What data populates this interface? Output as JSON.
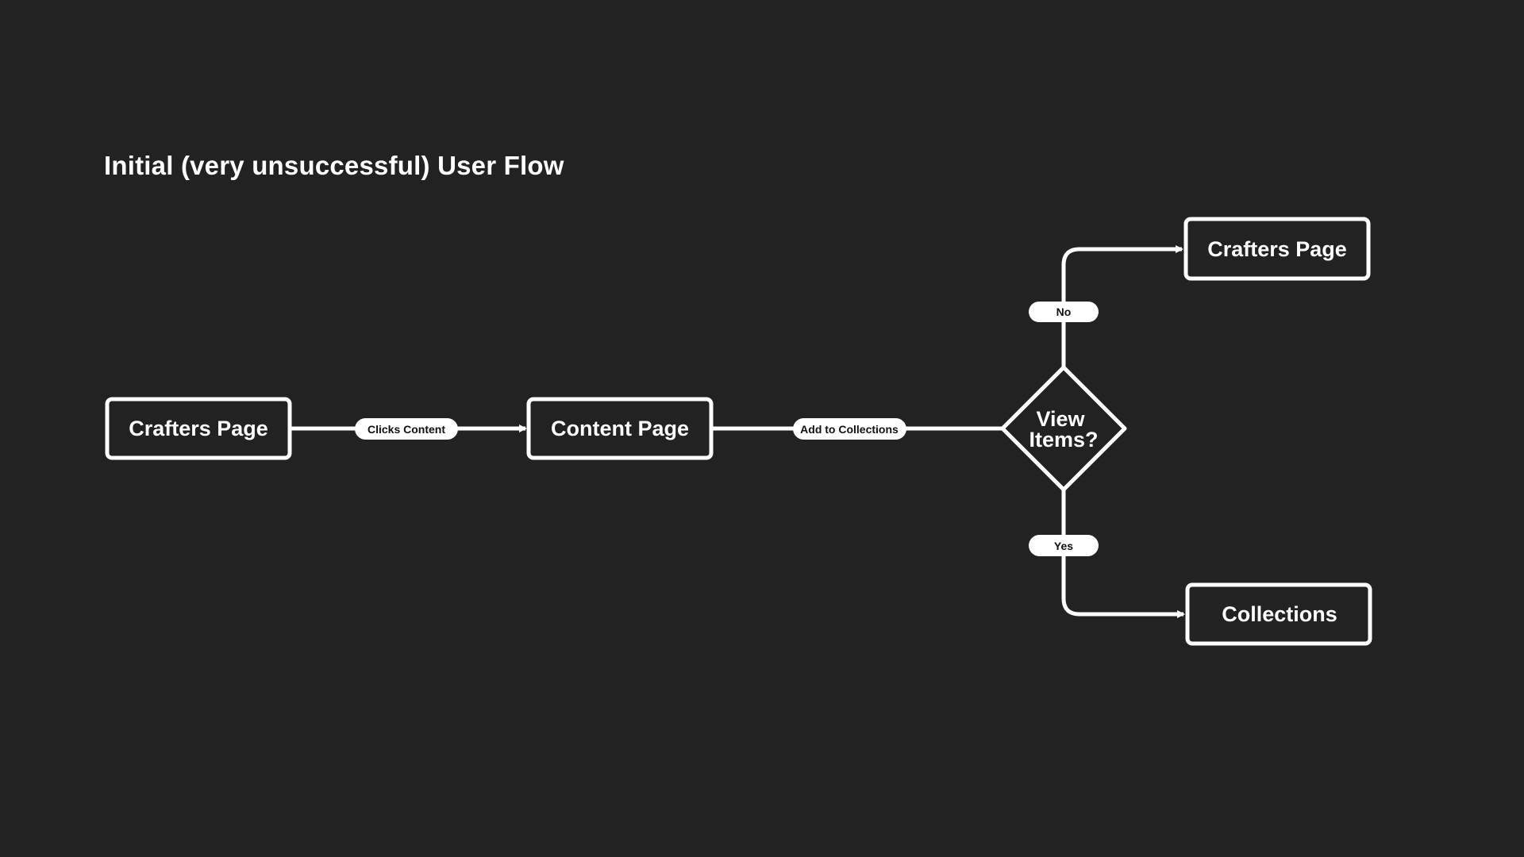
{
  "title": "Initial (very unsuccessful) User Flow",
  "colors": {
    "background": "#222222",
    "stroke": "#ffffff",
    "label_text": "#111111"
  },
  "nodes": {
    "start": "Crafters Page",
    "content": "Content Page",
    "decision_line1": "View",
    "decision_line2": "Items?",
    "no_target": "Crafters Page",
    "yes_target": "Collections"
  },
  "edges": {
    "start_to_content": "Clicks Content",
    "content_to_decision": "Add to Collections",
    "decision_no": "No",
    "decision_yes": "Yes"
  }
}
